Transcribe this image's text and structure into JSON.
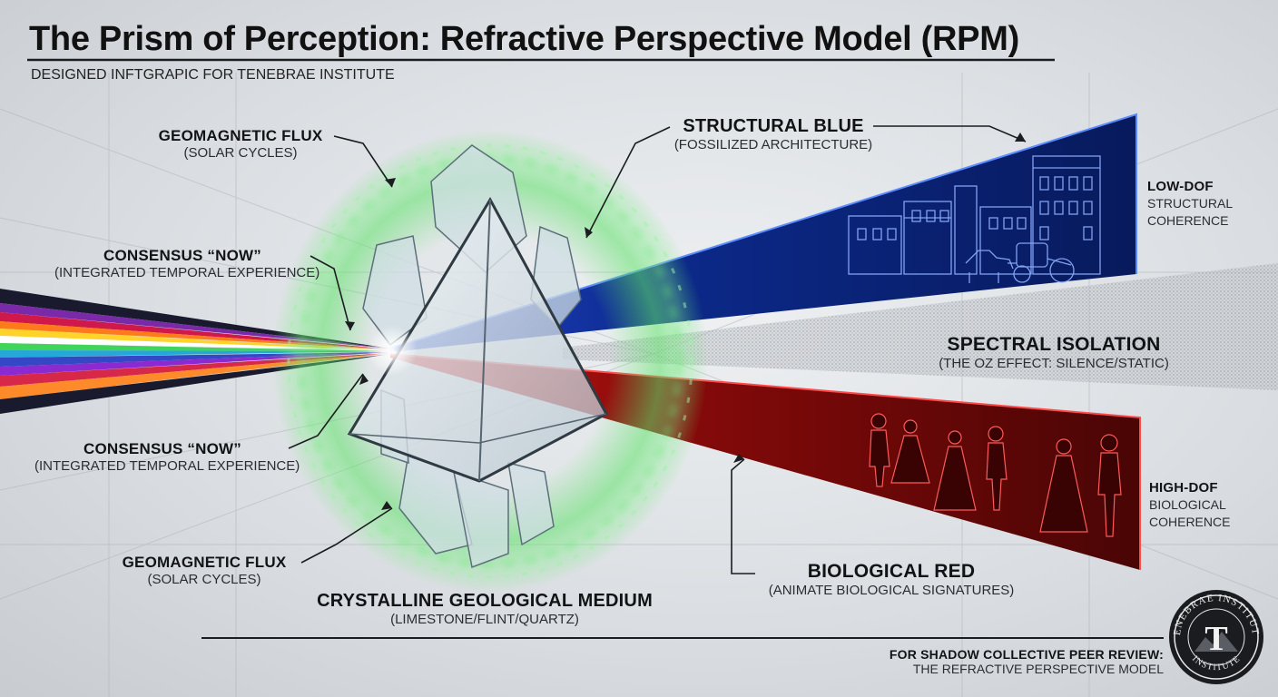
{
  "header": {
    "title": "The Prism of Perception: Refractive Perspective Model (RPM)",
    "subtitle": "DESIGNED INFTGRAPIC FOR TENEBRAE INSTITUTE"
  },
  "labels": {
    "geomagnetic_top": {
      "main": "GEOMAGNETIC FLUX",
      "sub": "(SOLAR CYCLES)"
    },
    "consensus_top": {
      "main": "CONSENSUS “NOW”",
      "sub": "(INTEGRATED TEMPORAL EXPERIENCE)"
    },
    "consensus_bottom": {
      "main": "CONSENSUS “NOW”",
      "sub": "(INTEGRATED TEMPORAL EXPERIENCE)"
    },
    "geomagnetic_bottom": {
      "main": "GEOMAGNETIC FLUX",
      "sub": "(SOLAR CYCLES)"
    },
    "crystalline": {
      "main": "CRYSTALLINE GEOLOGICAL MEDIUM",
      "sub": "(LIMESTONE/FLINT/QUARTZ)"
    },
    "structural_blue": {
      "main": "STRUCTURAL BLUE",
      "sub": "(FOSSILIZED ARCHITECTURE)"
    },
    "low_dof": {
      "main": "LOW-DOF",
      "sub1": "STRUCTURAL",
      "sub2": "COHERENCE"
    },
    "spectral_isolation": {
      "main": "SPECTRAL ISOLATION",
      "sub": "(THE OZ EFFECT: SILENCE/STATIC)"
    },
    "high_dof": {
      "main": "HIGH-DOF",
      "sub1": "BIOLOGICAL",
      "sub2": "COHERENCE"
    },
    "biological_red": {
      "main": "BIOLOGICAL RED",
      "sub": "(ANIMATE BIOLOGICAL SIGNATURES)"
    }
  },
  "footer": {
    "line1": "FOR SHADOW COLLECTIVE PEER REVIEW:",
    "line2": "THE REFRACTIVE PERSPECTIVE MODEL"
  },
  "seal": {
    "top_text": "TENEBRAE INSTITUTE",
    "bottom_text": "INSTITUTE",
    "letter": "T"
  },
  "colors": {
    "blue_beam": "#0d2a8a",
    "red_beam": "#8a0a0a",
    "aura_green": "#5fe36a",
    "text_dark": "#121315"
  }
}
